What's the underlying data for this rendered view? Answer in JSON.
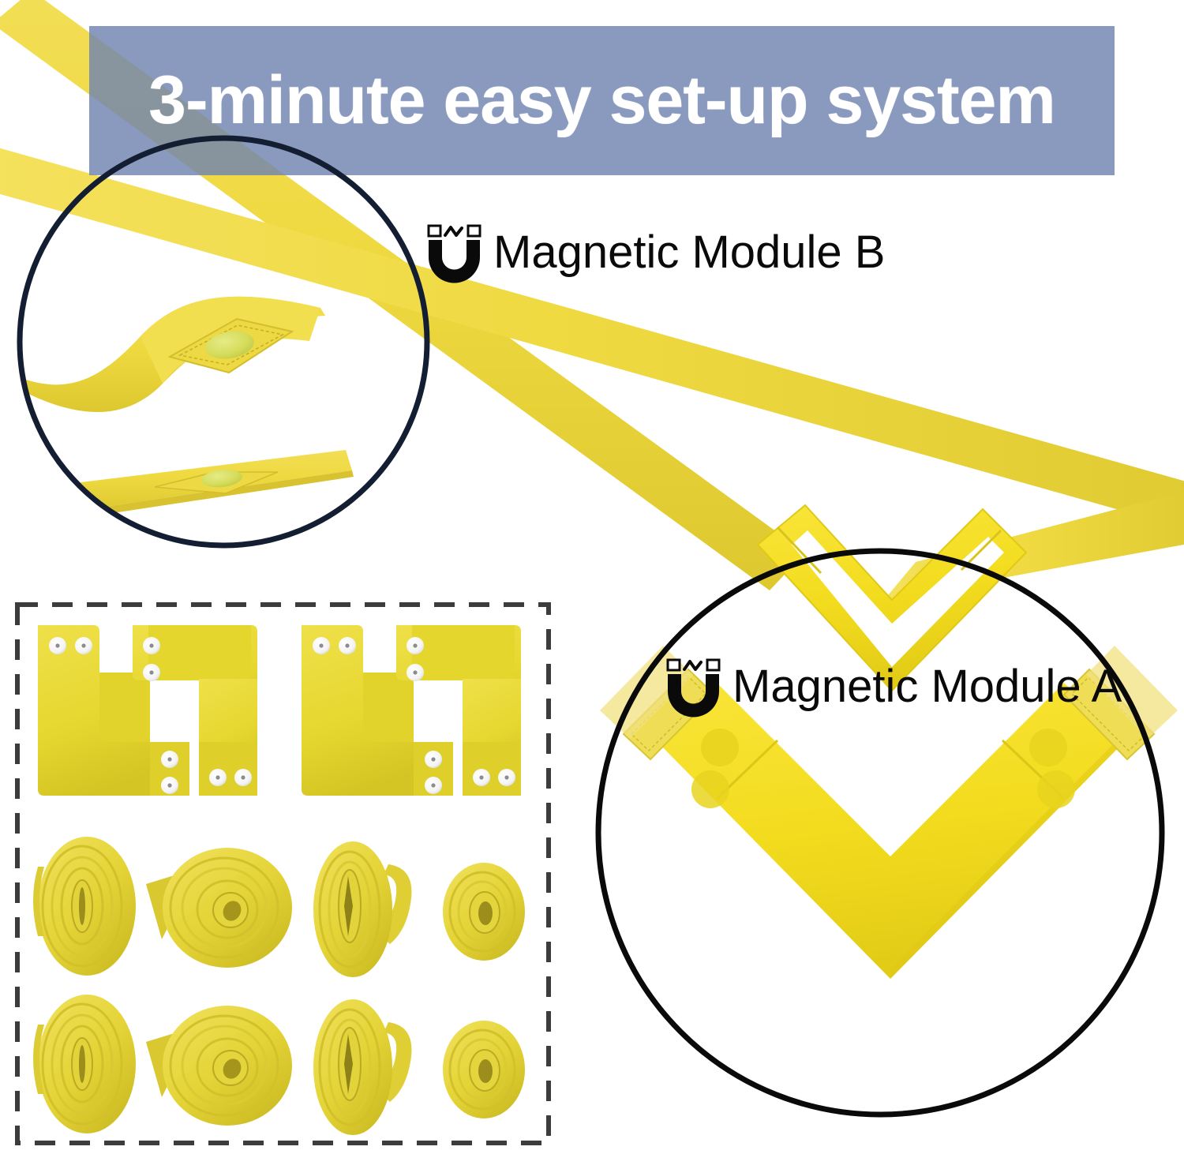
{
  "banner": {
    "title": "3-minute easy set-up system",
    "background_color": "#7084B0",
    "text_color": "#FFFFFF"
  },
  "labels": {
    "module_b": {
      "text": "Magnetic Module B",
      "icon": "horseshoe-magnet-icon",
      "color": "#0A0A0A"
    },
    "module_a": {
      "text": "Magnetic Module A",
      "icon": "horseshoe-magnet-icon",
      "color": "#0A0A0A"
    }
  },
  "callouts": {
    "top_left": {
      "name": "magnetic-module-b-closeup",
      "shape": "circle",
      "outline_color": "#141E33",
      "contents": "two yellow strap ends with stitched diamond patches containing oval magnets"
    },
    "bottom_right": {
      "name": "magnetic-module-a-closeup",
      "shape": "circle",
      "outline_color": "#0A0A0A",
      "contents": "yellow chevron corner assembly with embedded disc magnets and stitched strap tips"
    }
  },
  "parts_box": {
    "name": "parts-kit",
    "border_style": "dashed",
    "border_color": "#3C3C3C",
    "brackets": [
      {
        "name": "corner-bracket-left-outer",
        "magnet_count": 4
      },
      {
        "name": "corner-bracket-left-inner",
        "magnet_count": 4
      },
      {
        "name": "corner-bracket-right-outer",
        "magnet_count": 4
      },
      {
        "name": "corner-bracket-right-inner",
        "magnet_count": 4
      }
    ],
    "coils": [
      {
        "name": "strap-coil-1",
        "row": 1,
        "style": "oval-flat"
      },
      {
        "name": "strap-coil-2",
        "row": 1,
        "style": "round-loose"
      },
      {
        "name": "strap-coil-3",
        "row": 1,
        "style": "tall-folded"
      },
      {
        "name": "strap-coil-4",
        "row": 1,
        "style": "small-round"
      },
      {
        "name": "strap-coil-5",
        "row": 2,
        "style": "oval-flat"
      },
      {
        "name": "strap-coil-6",
        "row": 2,
        "style": "round-loose"
      },
      {
        "name": "strap-coil-7",
        "row": 2,
        "style": "tall-folded"
      },
      {
        "name": "strap-coil-8",
        "row": 2,
        "style": "small-round"
      }
    ]
  },
  "colors": {
    "strap_yellow": "#EFD940",
    "strap_yellow_dark": "#D9C22E",
    "bracket_yellow": "#E6D730",
    "bracket_yellow_shade": "#CBBB22",
    "chevron_yellow": "#F4DE1E",
    "magnet_disc_white": "#FAFAFA",
    "magnet_oval_green": "#D5DC5A",
    "background": "#FFFFFF"
  }
}
